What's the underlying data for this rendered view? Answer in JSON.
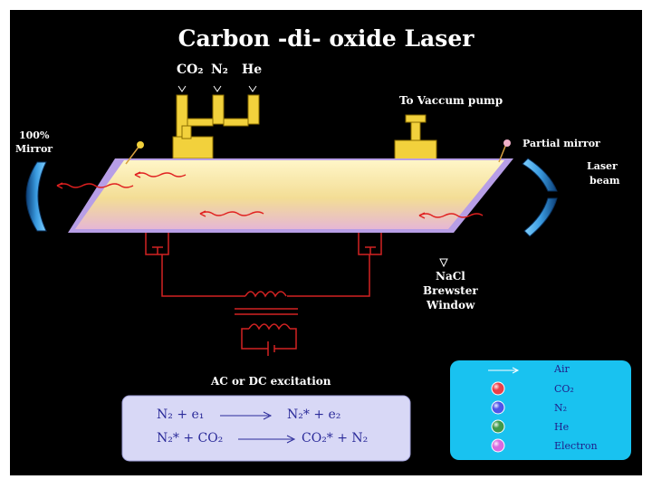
{
  "title": "Carbon -di- oxide Laser",
  "gases": [
    "CO₂",
    "N₂",
    "He"
  ],
  "labels": {
    "vacuum": "To Vaccum pump",
    "mirror_full_1": "100%",
    "mirror_full_2": "Mirror",
    "mirror_partial": "Partial mirror",
    "beam_1": "Laser",
    "beam_2": "beam",
    "window_1": "NaCl",
    "window_2": "Brewster",
    "window_3": "Window",
    "excitation": "AC or DC excitation"
  },
  "equations": {
    "eq1_left": "N₂ + e₁",
    "eq1_right": "N₂* + e₂",
    "eq2_left": "N₂* + CO₂",
    "eq2_right": "CO₂* + N₂"
  },
  "legend": {
    "items": [
      {
        "label": "Air",
        "kind": "arrow",
        "color": "#ffffff"
      },
      {
        "label": "CO₂",
        "kind": "ball",
        "color": "#e8404a"
      },
      {
        "label": "N₂",
        "kind": "ball",
        "color": "#4f55e8"
      },
      {
        "label": "He",
        "kind": "ball",
        "color": "#3f9a4a"
      },
      {
        "label": "Electron",
        "kind": "ball",
        "color": "#d86ae0"
      }
    ]
  },
  "colors": {
    "background": "#000000",
    "tube": "#f6e6a0",
    "tube_edge": "#b79ee6",
    "gas_pipe": "#f2d13c",
    "circuit": "#d22222",
    "mirror": "#2a7fc4",
    "equation_box": "#d8d8f6",
    "legend_box": "#19c2f0"
  }
}
